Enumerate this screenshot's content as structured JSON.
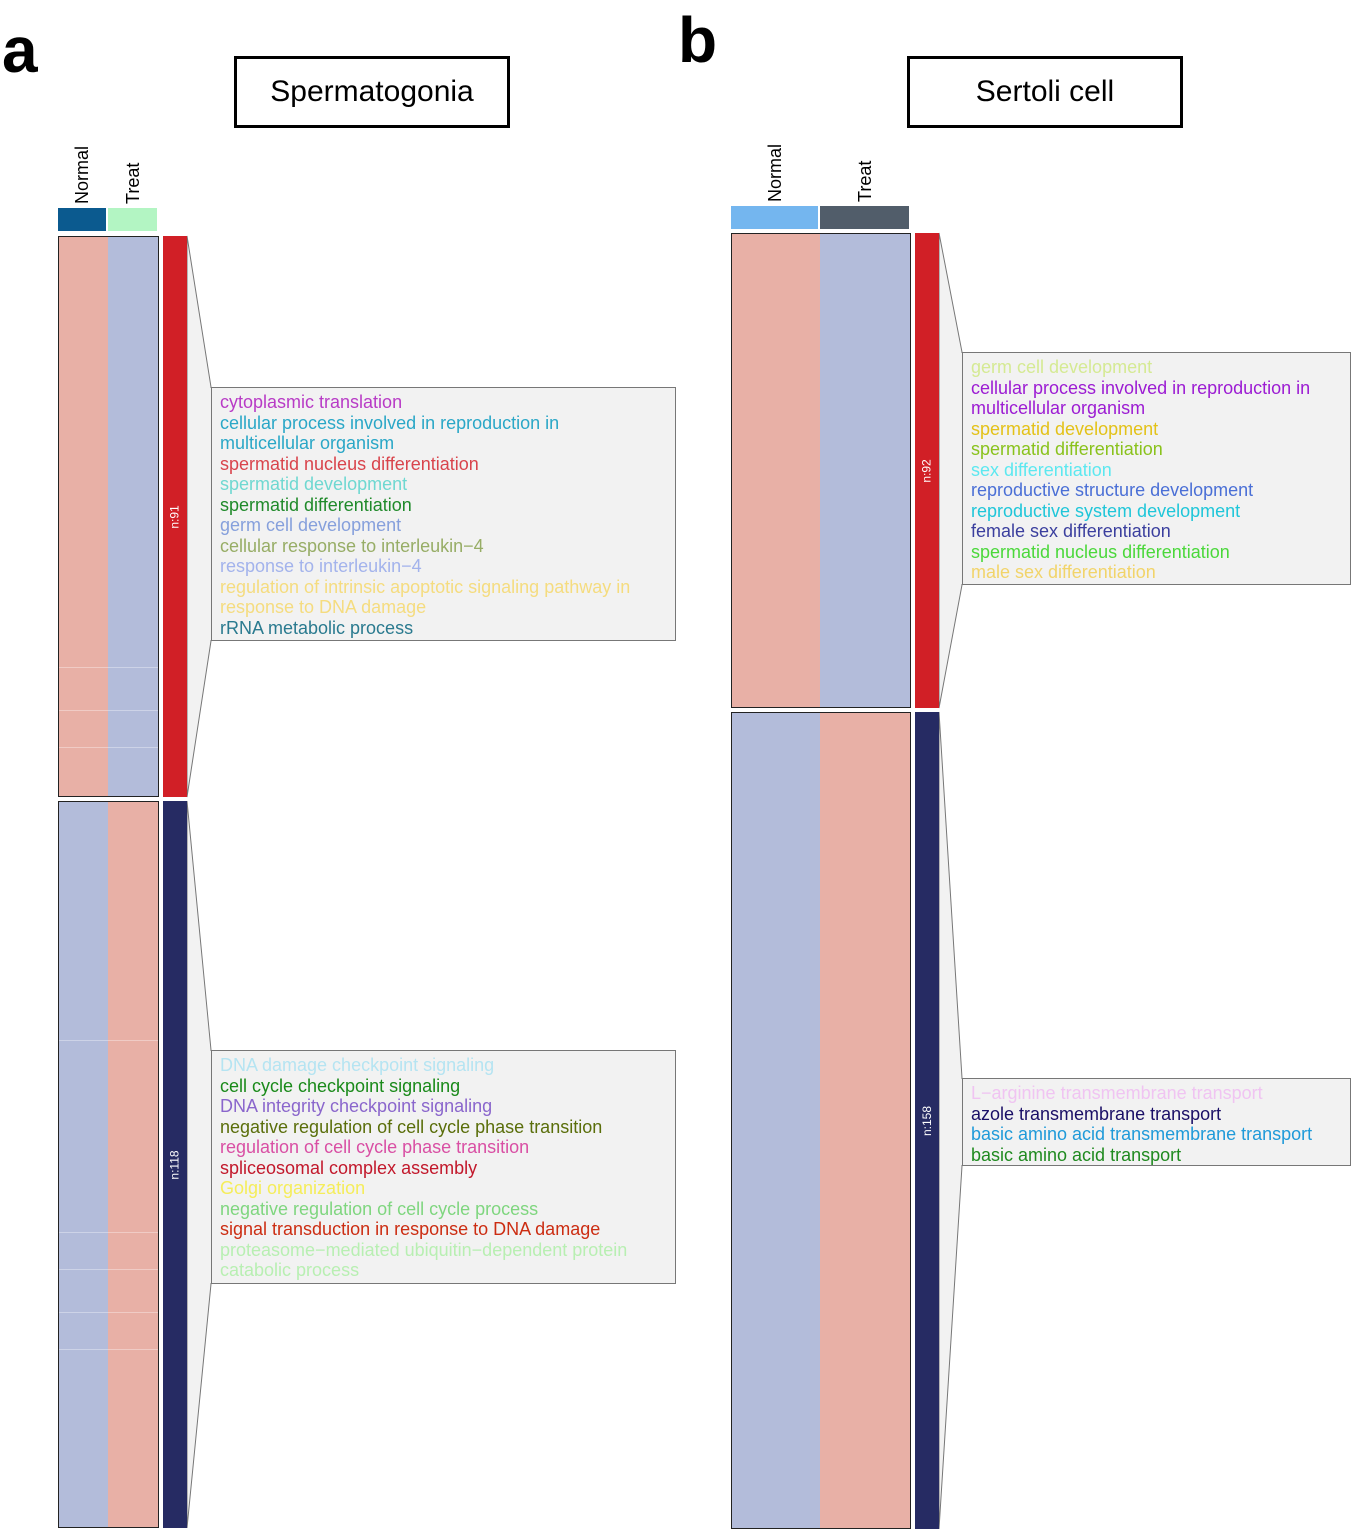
{
  "panels": [
    {
      "letter": "a",
      "title": "Spermatogonia",
      "columns": [
        "Normal",
        "Treat"
      ],
      "column_colors": [
        "#0b5a8f",
        "#b3f5c3"
      ],
      "clusters": [
        {
          "label": "n:91",
          "bar_color": "#d11f26",
          "cell_colors": [
            "#e8b0a6",
            "#b3bcda"
          ],
          "terms": [
            {
              "text": "cytoplasmic translation",
              "color": "#b83bc6"
            },
            {
              "text": "cellular process involved in reproduction in\nmulticellular organism",
              "color": "#2aa7c7"
            },
            {
              "text": "spermatid nucleus differentiation",
              "color": "#d9444c"
            },
            {
              "text": "spermatid development",
              "color": "#6fd8d1"
            },
            {
              "text": "spermatid differentiation",
              "color": "#1f8a2a"
            },
            {
              "text": "germ cell development",
              "color": "#86a0dc"
            },
            {
              "text": "cellular response to interleukin−4",
              "color": "#97ad66"
            },
            {
              "text": "response to interleukin−4",
              "color": "#a3b3ec"
            },
            {
              "text": "regulation of intrinsic apoptotic signaling pathway in\nresponse to DNA damage",
              "color": "#f5dc7f"
            },
            {
              "text": "rRNA metabolic process",
              "color": "#2a7a8f"
            }
          ]
        },
        {
          "label": "n:118",
          "bar_color": "#262b63",
          "cell_colors": [
            "#b3bcda",
            "#e8b0a6"
          ],
          "terms": [
            {
              "text": "DNA damage checkpoint signaling",
              "color": "#b5e4f2"
            },
            {
              "text": "cell cycle checkpoint signaling",
              "color": "#1a8a1a"
            },
            {
              "text": "DNA integrity checkpoint signaling",
              "color": "#8a66cc"
            },
            {
              "text": "negative regulation of cell cycle phase transition",
              "color": "#5a6e0a"
            },
            {
              "text": "regulation of cell cycle phase transition",
              "color": "#d94fa4"
            },
            {
              "text": "spliceosomal complex assembly",
              "color": "#c2182b"
            },
            {
              "text": "Golgi organization",
              "color": "#f5ed5a"
            },
            {
              "text": "negative regulation of cell cycle process",
              "color": "#7fd67f"
            },
            {
              "text": "signal transduction in response to DNA damage",
              "color": "#cc2d12"
            },
            {
              "text": "proteasome−mediated ubiquitin−dependent protein\ncatabolic process",
              "color": "#b8efb2"
            }
          ]
        }
      ]
    },
    {
      "letter": "b",
      "title": "Sertoli cell",
      "columns": [
        "Normal",
        "Treat"
      ],
      "column_colors": [
        "#74b6ef",
        "#515d6a"
      ],
      "clusters": [
        {
          "label": "n:92",
          "bar_color": "#d11f26",
          "cell_colors": [
            "#e8b0a6",
            "#b3bcda"
          ],
          "terms": [
            {
              "text": "germ cell development",
              "color": "#d5ea93"
            },
            {
              "text": "cellular process involved in reproduction in\nmulticellular organism",
              "color": "#9c1cd3"
            },
            {
              "text": "spermatid development",
              "color": "#e3c218"
            },
            {
              "text": "spermatid differentiation",
              "color": "#8ac21c"
            },
            {
              "text": "sex differentiation",
              "color": "#5ce8f0"
            },
            {
              "text": "reproductive structure development",
              "color": "#4a6fd6"
            },
            {
              "text": "reproductive system development",
              "color": "#1fc6d9"
            },
            {
              "text": "female sex differentiation",
              "color": "#3b3f9e"
            },
            {
              "text": "spermatid nucleus differentiation",
              "color": "#4bd83b"
            },
            {
              "text": "male sex differentiation",
              "color": "#f2d46a"
            }
          ]
        },
        {
          "label": "n:158",
          "bar_color": "#262b63",
          "cell_colors": [
            "#b3bcda",
            "#e8b0a6"
          ],
          "terms": [
            {
              "text": "L−arginine transmembrane transport",
              "color": "#f0c4f2"
            },
            {
              "text": "azole transmembrane transport",
              "color": "#1a0f66"
            },
            {
              "text": "basic amino acid transmembrane transport",
              "color": "#1f9ad9"
            },
            {
              "text": "basic amino acid transport",
              "color": "#1f8a1f"
            }
          ]
        }
      ]
    }
  ]
}
